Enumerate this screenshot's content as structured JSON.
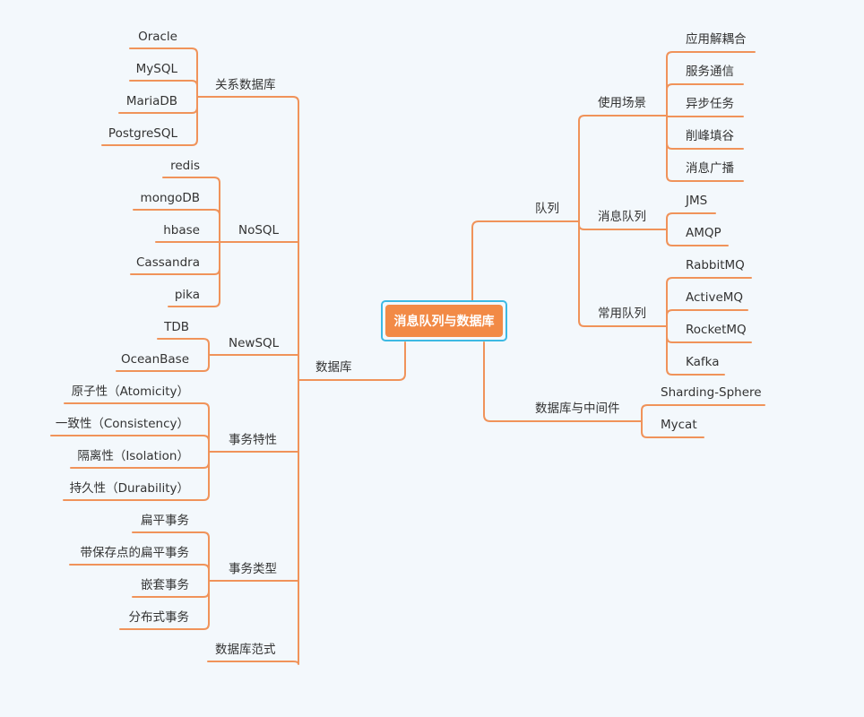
{
  "root": "消息队列与数据库",
  "left": {
    "label": "数据库",
    "groups": [
      {
        "label": "关系数据库",
        "children": [
          "Oracle",
          "MySQL",
          "MariaDB",
          "PostgreSQL"
        ]
      },
      {
        "label": "NoSQL",
        "children": [
          "redis",
          "mongoDB",
          "hbase",
          "Cassandra",
          "pika"
        ]
      },
      {
        "label": "NewSQL",
        "children": [
          "TDB",
          "OceanBase"
        ]
      },
      {
        "label": "事务特性",
        "children": [
          "原子性（Atomicity）",
          "一致性（Consistency）",
          "隔离性（Isolation）",
          "持久性（Durability）"
        ]
      },
      {
        "label": "事务类型",
        "children": [
          "扁平事务",
          "带保存点的扁平事务",
          "嵌套事务",
          "分布式事务"
        ]
      },
      {
        "label": "数据库范式",
        "children": []
      }
    ]
  },
  "right": [
    {
      "label": "队列",
      "groups": [
        {
          "label": "使用场景",
          "children": [
            "应用解耦合",
            "服务通信",
            "异步任务",
            "削峰填谷",
            "消息广播"
          ]
        },
        {
          "label": "消息队列",
          "children": [
            "JMS",
            "AMQP"
          ]
        },
        {
          "label": "常用队列",
          "children": [
            "RabbitMQ",
            "ActiveMQ",
            "RocketMQ",
            "Kafka"
          ]
        }
      ]
    },
    {
      "label": "数据库与中间件",
      "children": [
        "Sharding-Sphere",
        "Mycat"
      ]
    }
  ],
  "style": {
    "line": "#f0935a",
    "root_fill": "#f28a46",
    "root_border": "#3db9e3",
    "background": "#f3f8fc"
  }
}
